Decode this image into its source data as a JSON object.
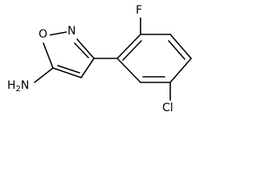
{
  "molecule": {
    "atoms": {
      "oxygen": "O",
      "nitrogen": "N",
      "fluorine": "F",
      "chlorine": "Cl",
      "amine": "H2N"
    }
  }
}
